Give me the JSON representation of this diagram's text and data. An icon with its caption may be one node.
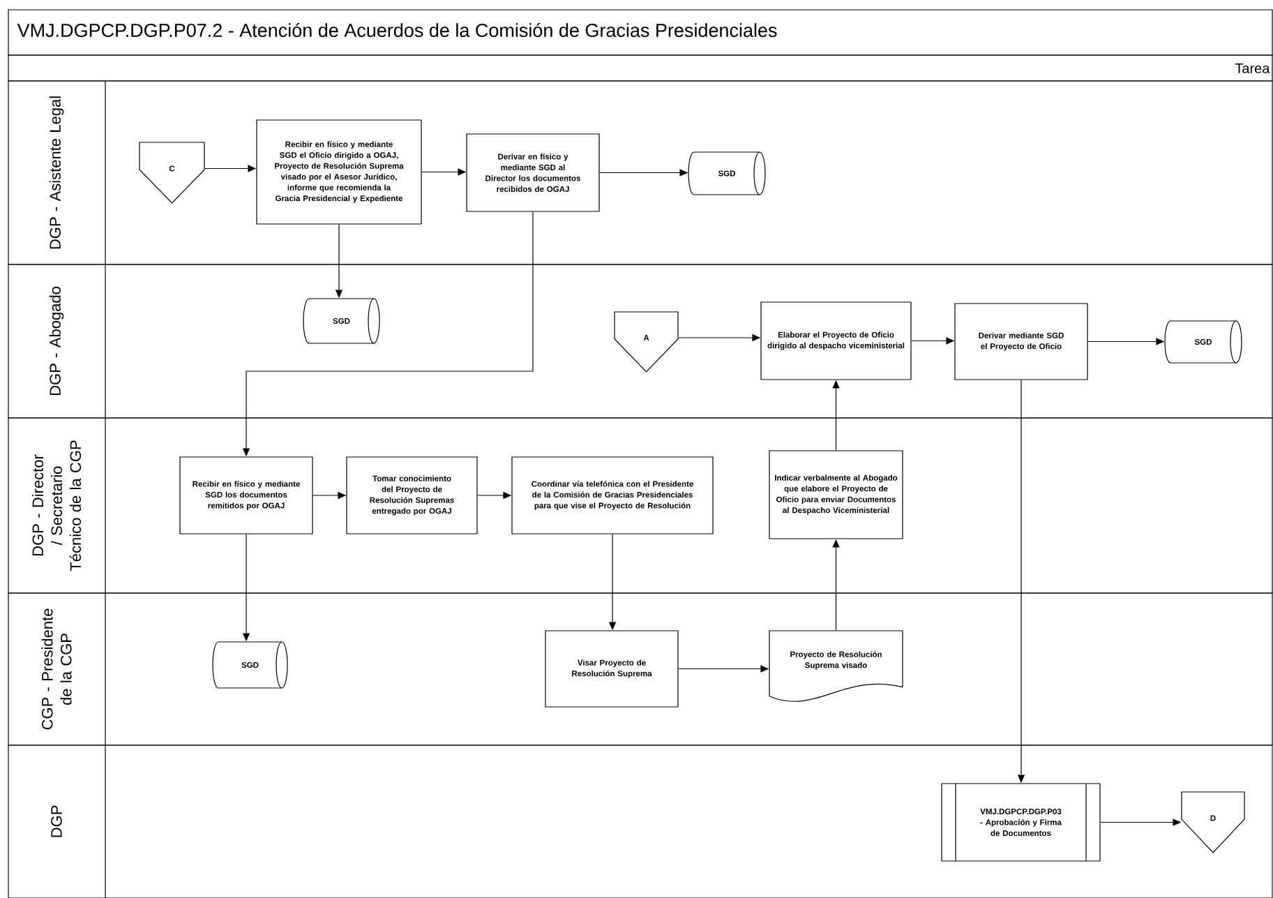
{
  "diagram": {
    "title": "VMJ.DGPCP.DGP.P07.2 - Atención de Acuerdos de la Comisión de Gracias Presidenciales",
    "nodes": [
      {
        "text": [
          "DGP - Asistente Legal"
        ]
      },
      {
        "text": [
          "C"
        ],
        "in": 0
      },
      {
        "text": [
          "Recibir en físico y mediante SGD el Oficio dirigido a OGAJ, Proyecto de Resolución Suprema visado por el Asesor Jurídico, informe que recomienda la Gracia Presidencial y Expediente"
        ],
        "in": 0
      },
      {
        "text": [
          "Derivar en físico y mediante SGD al Director los documentos recibidos de OGAJ"
        ],
        "in": 0
      },
      {
        "text": [
          "SGD"
        ],
        "in": 0
      },
      {
        "text": [
          "DGP - Abogado"
        ]
      },
      {
        "text": [
          "SGD"
        ],
        "in": 5
      },
      {
        "text": [
          "A"
        ],
        "in": 5
      },
      {
        "text": [
          "Elaborar el Proyecto de Oficio dirigido al despacho viceministerial"
        ],
        "in": 5
      },
      {
        "text": [
          "Derivar mediante SGD el Proyecto de Oficio"
        ],
        "in": 5
      },
      {
        "text": [
          "SGD"
        ],
        "in": 5
      },
      {
        "text": [
          "DGP - Director / Secretario Técnico de la CGP"
        ]
      },
      {
        "text": [
          "Recibir en físico y mediante SGD los documentos remitidos por OGAJ"
        ],
        "in": 11
      },
      {
        "text": [
          "Tomar conocimiento del Proyecto de Resolución Supremas entregado por OGAJ"
        ],
        "in": 11
      },
      {
        "text": [
          "Coordinar vía telefónica con el Presidente de la Comisión de Gracias Presidenciales para que vise el Proyecto de Resolución"
        ],
        "in": 11
      },
      {
        "text": [
          "Indicar verbalmente al Abogado que elabore el Proyecto de Oficio para enviar Documentos al Despacho Viceministerial"
        ],
        "in": 11
      },
      {
        "text": [
          "CGP - Presidente de la CGP"
        ]
      },
      {
        "text": [
          "SGD"
        ],
        "in": 16
      },
      {
        "text": [
          "Visar Proyecto de Resolución Suprema"
        ],
        "in": 16
      },
      {
        "text": [
          "Proyecto de Resolución Suprema visado"
        ],
        "in": 16
      },
      {
        "text": [
          "DGP"
        ]
      },
      {
        "text": [
          "VMJ.DGPCP.DGP.P03 - Aprobación y Firma de Documentos"
        ],
        "in": 20
      },
      {
        "text": [
          "D"
        ],
        "in": 20
      }
    ],
    "edges": [
      {
        "from": 1,
        "to": 2,
        "arrow": "to"
      },
      {
        "from": 2,
        "to": 3,
        "arrow": "to"
      },
      {
        "from": 3,
        "to": 4,
        "arrow": "to"
      },
      {
        "from": 2,
        "to": 6,
        "arrow": "to"
      },
      {
        "from": 3,
        "to": 12,
        "arrow": "to"
      },
      {
        "from": 12,
        "to": 13,
        "arrow": "to"
      },
      {
        "from": 13,
        "to": 14,
        "arrow": "to"
      },
      {
        "from": 12,
        "to": 17,
        "arrow": "to"
      },
      {
        "from": 14,
        "to": 18,
        "arrow": "to"
      },
      {
        "from": 18,
        "to": 19,
        "arrow": "to"
      },
      {
        "from": 19,
        "to": 15,
        "arrow": "to"
      },
      {
        "from": 15,
        "to": 8,
        "arrow": "to"
      },
      {
        "from": 7,
        "to": 8,
        "arrow": "to"
      },
      {
        "from": 8,
        "to": 9,
        "arrow": "to"
      },
      {
        "from": 9,
        "to": 10,
        "arrow": "to"
      },
      {
        "from": 9,
        "to": 21,
        "arrow": "to"
      },
      {
        "from": 21,
        "to": 22,
        "arrow": "to"
      }
    ],
    "labels": [
      "Tarea"
    ]
  }
}
